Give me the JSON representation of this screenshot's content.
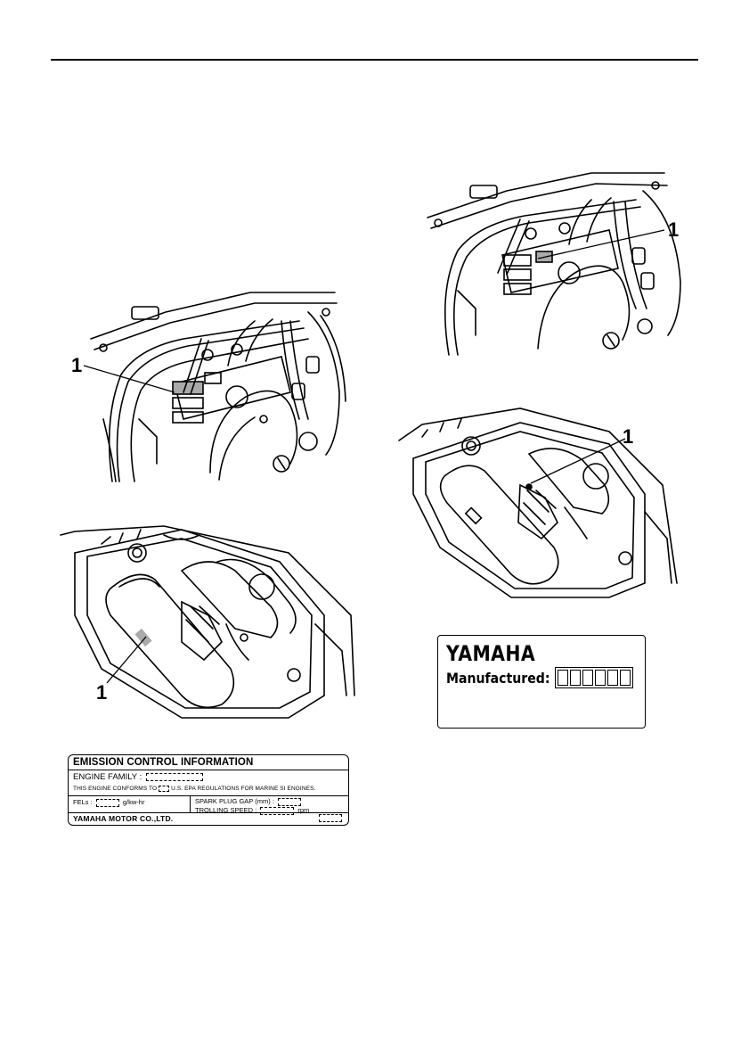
{
  "callouts": {
    "fig1": "1",
    "fig2": "1",
    "fig3": "1",
    "fig4": "1"
  },
  "emission_label": {
    "title": "EMISSION CONTROL INFORMATION",
    "engine_family": "ENGINE FAMILY :",
    "conforms_prefix": "THIS ENGINE CONFORMS TO",
    "conforms_suffix": "U.S. EPA REGULATIONS FOR MARINE SI ENGINES.",
    "fels_prefix": "FELs :",
    "fels_unit": "g/kw-hr",
    "spark_plug": "SPARK PLUG GAP (mm) :",
    "trolling_prefix": "TROLLING SPEED :",
    "trolling_unit": "rpm",
    "manufacturer": "YAMAHA MOTOR CO.,LTD."
  },
  "yamaha_label": {
    "brand": "YAMAHA",
    "manufactured": "Manufactured:"
  }
}
